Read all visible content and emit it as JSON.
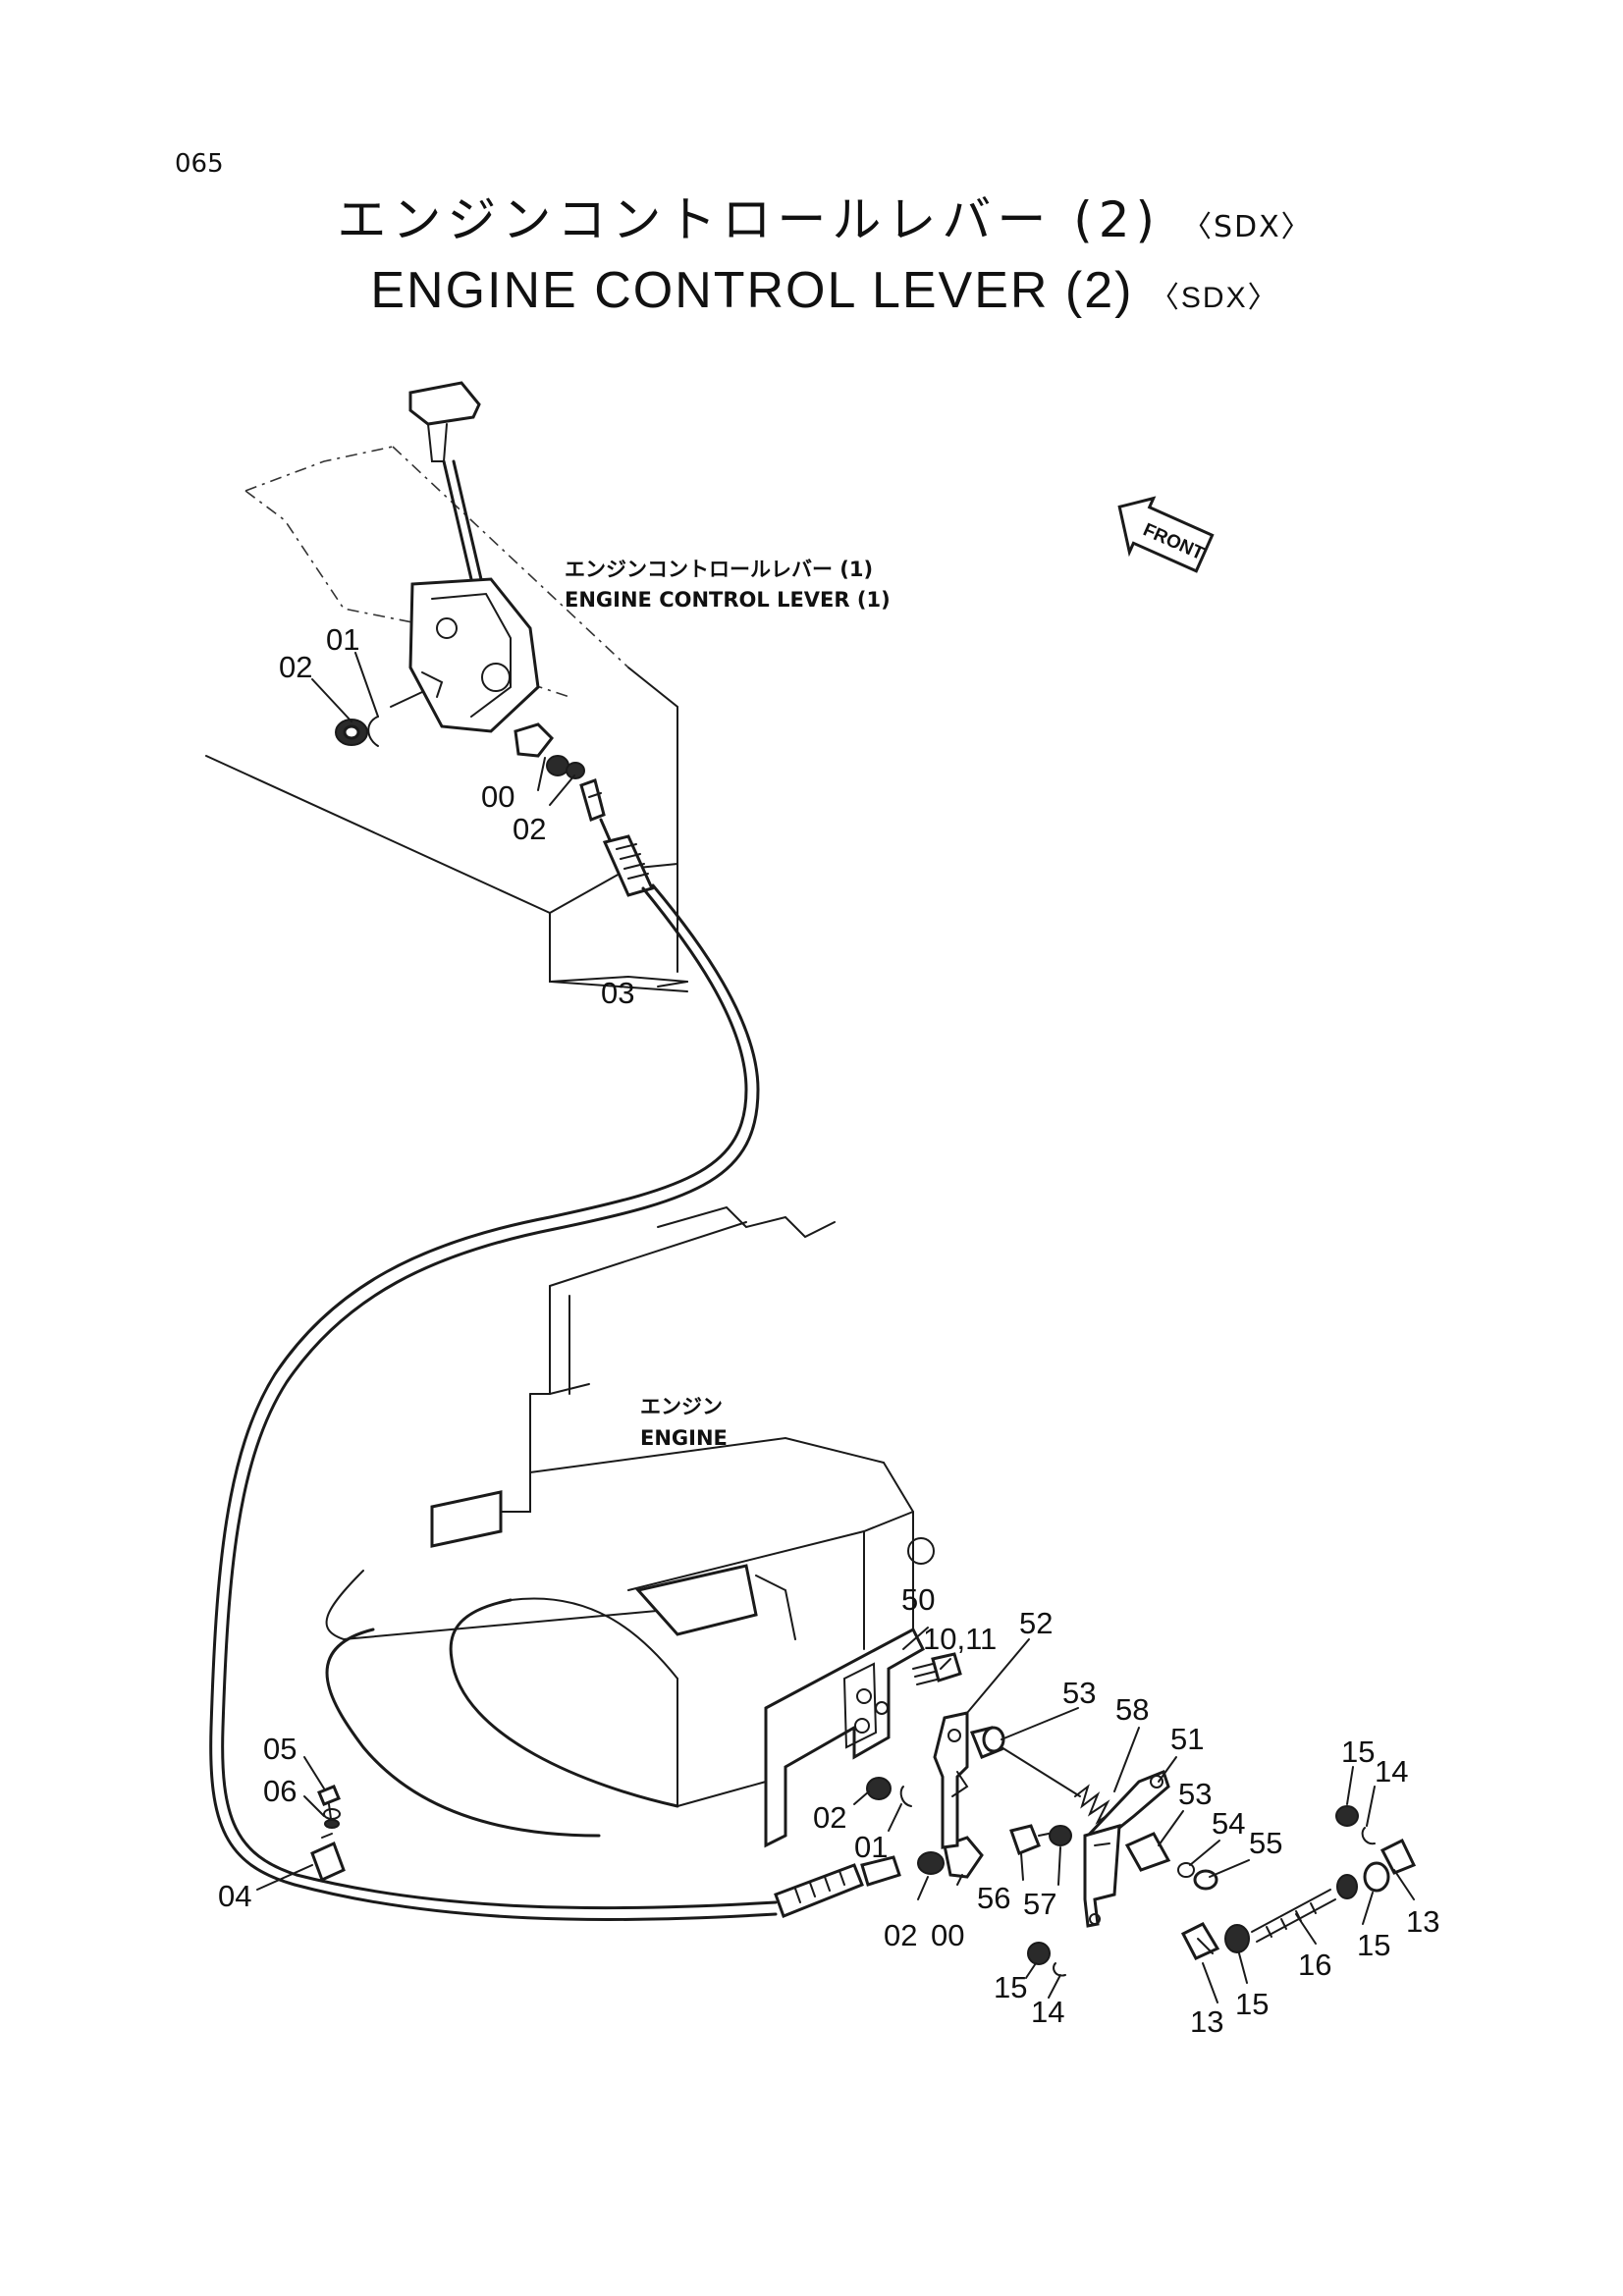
{
  "page_number": "065",
  "title": {
    "japanese": "エンジンコントロールレバー (2)",
    "japanese_tag": "〈SDX〉",
    "english": "ENGINE CONTROL LEVER (2)",
    "english_tag": "〈SDX〉"
  },
  "annotations": {
    "lever_jp": "エンジンコントロールレバー (1)",
    "lever_en": "ENGINE CONTROL LEVER (1)",
    "engine_jp": "エンジン",
    "engine_en": "ENGINE",
    "front_arrow": "FRONT"
  },
  "callouts": [
    {
      "id": "c-01a",
      "text": "01"
    },
    {
      "id": "c-02a",
      "text": "02"
    },
    {
      "id": "c-00a",
      "text": "00"
    },
    {
      "id": "c-02b",
      "text": "02"
    },
    {
      "id": "c-03",
      "text": "03"
    },
    {
      "id": "c-50",
      "text": "50"
    },
    {
      "id": "c-1011",
      "text": "10,11"
    },
    {
      "id": "c-52",
      "text": "52"
    },
    {
      "id": "c-53a",
      "text": "53"
    },
    {
      "id": "c-58",
      "text": "58"
    },
    {
      "id": "c-51",
      "text": "51"
    },
    {
      "id": "c-53b",
      "text": "53"
    },
    {
      "id": "c-54",
      "text": "54"
    },
    {
      "id": "c-55",
      "text": "55"
    },
    {
      "id": "c-15a",
      "text": "15"
    },
    {
      "id": "c-14a",
      "text": "14"
    },
    {
      "id": "c-13a",
      "text": "13"
    },
    {
      "id": "c-15b",
      "text": "15"
    },
    {
      "id": "c-16",
      "text": "16"
    },
    {
      "id": "c-15c",
      "text": "15"
    },
    {
      "id": "c-13b",
      "text": "13"
    },
    {
      "id": "c-15d",
      "text": "15"
    },
    {
      "id": "c-14b",
      "text": "14"
    },
    {
      "id": "c-56",
      "text": "56"
    },
    {
      "id": "c-57",
      "text": "57"
    },
    {
      "id": "c-00b",
      "text": "00"
    },
    {
      "id": "c-02c",
      "text": "02"
    },
    {
      "id": "c-02d",
      "text": "02"
    },
    {
      "id": "c-01b",
      "text": "01"
    },
    {
      "id": "c-05",
      "text": "05"
    },
    {
      "id": "c-06",
      "text": "06"
    },
    {
      "id": "c-04",
      "text": "04"
    }
  ]
}
